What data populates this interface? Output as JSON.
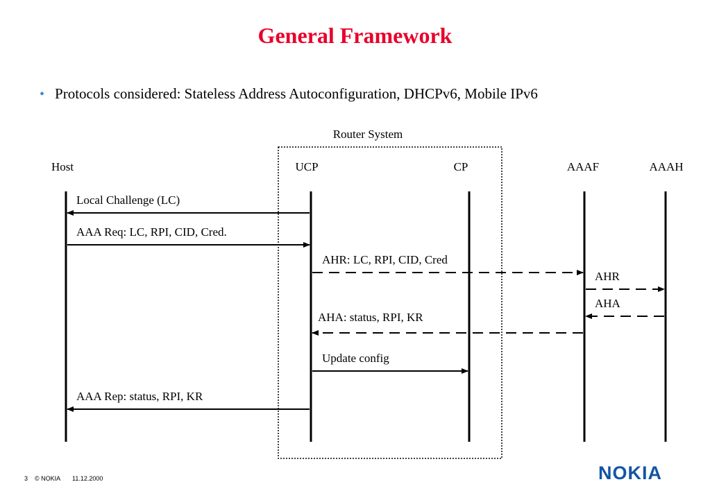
{
  "title": "General Framework",
  "bullet": {
    "text": "Protocols considered: Stateless Address Autoconfiguration, DHCPv6, Mobile IPv6"
  },
  "diagram": {
    "group_label": "Router System",
    "lifelines": [
      {
        "id": "host",
        "label": "Host"
      },
      {
        "id": "ucp",
        "label": "UCP"
      },
      {
        "id": "cp",
        "label": "CP"
      },
      {
        "id": "aaaf",
        "label": "AAAF"
      },
      {
        "id": "aaah",
        "label": "AAAH"
      }
    ],
    "messages": [
      {
        "from": "ucp",
        "to": "host",
        "label": "Local Challenge (LC)",
        "style": "solid"
      },
      {
        "from": "host",
        "to": "ucp",
        "label": "AAA Req: LC, RPI, CID, Cred.",
        "style": "solid"
      },
      {
        "from": "ucp",
        "to": "aaaf",
        "label": "AHR: LC, RPI, CID, Cred",
        "style": "dashed"
      },
      {
        "from": "aaaf",
        "to": "aaah",
        "label": "AHR",
        "style": "dashed"
      },
      {
        "from": "aaah",
        "to": "aaaf",
        "label": "AHA",
        "style": "dashed"
      },
      {
        "from": "aaaf",
        "to": "ucp",
        "label": "AHA: status, RPI, KR",
        "style": "dashed"
      },
      {
        "from": "ucp",
        "to": "cp",
        "label": "Update config",
        "style": "solid"
      },
      {
        "from": "ucp",
        "to": "host",
        "label": "AAA Rep: status, RPI, KR",
        "style": "solid"
      }
    ]
  },
  "footer": {
    "page": "3",
    "copyright": "© NOKIA",
    "date": "11.12.2000"
  },
  "logo": {
    "text": "NOKIA",
    "color": "#1255a3"
  },
  "colors": {
    "title": "#e8002a",
    "bullet": "#3a8bd6"
  }
}
